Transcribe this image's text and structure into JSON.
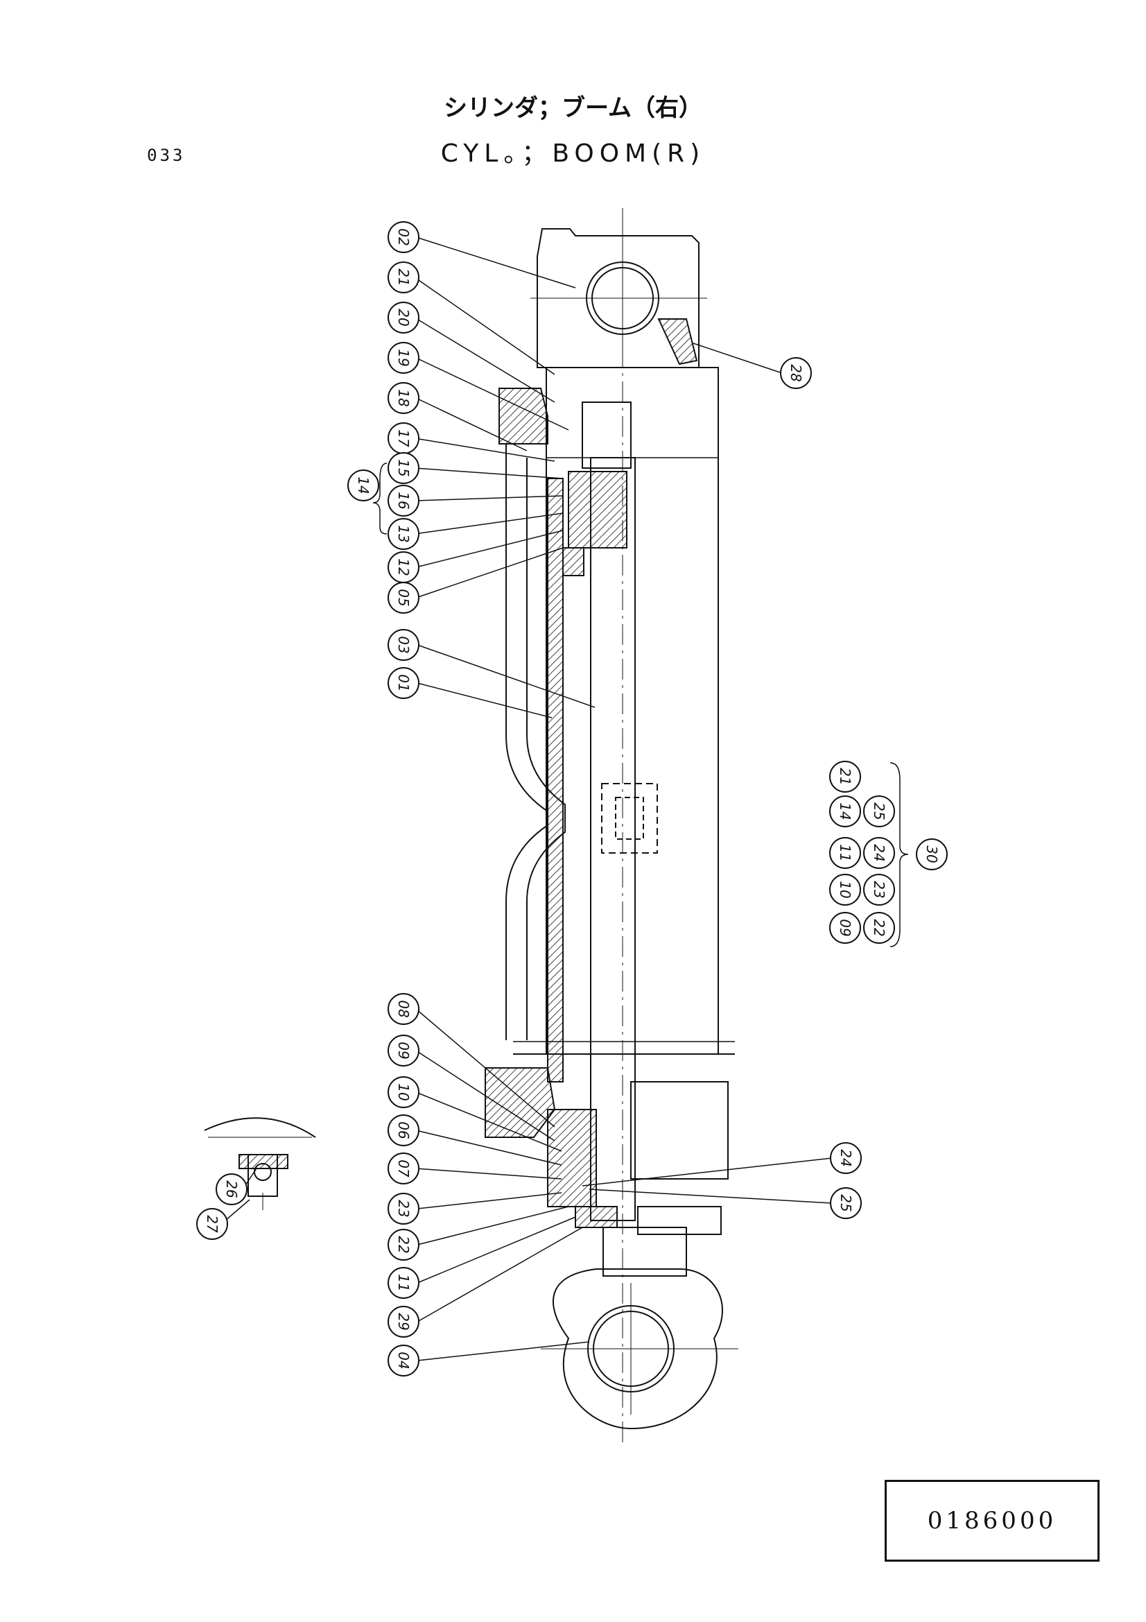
{
  "header": {
    "page_number": "033",
    "title_jp": "シリンダ；ブーム（右）",
    "title_en": "CYL。；BOOM(R)"
  },
  "drawing": {
    "balloons": [
      {
        "id": "b02",
        "label": "02"
      },
      {
        "id": "b21a",
        "label": "21"
      },
      {
        "id": "b20",
        "label": "20"
      },
      {
        "id": "b19",
        "label": "19"
      },
      {
        "id": "b18",
        "label": "18"
      },
      {
        "id": "b17",
        "label": "17"
      },
      {
        "id": "b15",
        "label": "15"
      },
      {
        "id": "b16",
        "label": "16"
      },
      {
        "id": "b13",
        "label": "13"
      },
      {
        "id": "b12",
        "label": "12"
      },
      {
        "id": "b05",
        "label": "05"
      },
      {
        "id": "b03",
        "label": "03"
      },
      {
        "id": "b01",
        "label": "01"
      },
      {
        "id": "b14",
        "label": "14"
      },
      {
        "id": "b28",
        "label": "28"
      },
      {
        "id": "b08",
        "label": "08"
      },
      {
        "id": "b09a",
        "label": "09"
      },
      {
        "id": "b10a",
        "label": "10"
      },
      {
        "id": "b06",
        "label": "06"
      },
      {
        "id": "b07",
        "label": "07"
      },
      {
        "id": "b23a",
        "label": "23"
      },
      {
        "id": "b22a",
        "label": "22"
      },
      {
        "id": "b11a",
        "label": "11"
      },
      {
        "id": "b29",
        "label": "29"
      },
      {
        "id": "b04",
        "label": "04"
      },
      {
        "id": "b24a",
        "label": "24"
      },
      {
        "id": "b25a",
        "label": "25"
      },
      {
        "id": "b26",
        "label": "26"
      },
      {
        "id": "b27",
        "label": "27"
      },
      {
        "id": "k21",
        "label": "21"
      },
      {
        "id": "k25",
        "label": "25"
      },
      {
        "id": "k14",
        "label": "14"
      },
      {
        "id": "k24",
        "label": "24"
      },
      {
        "id": "k11",
        "label": "11"
      },
      {
        "id": "k23",
        "label": "23"
      },
      {
        "id": "k10",
        "label": "10"
      },
      {
        "id": "k22",
        "label": "22"
      },
      {
        "id": "k09",
        "label": "09"
      },
      {
        "id": "k30",
        "label": "30"
      }
    ]
  },
  "footer": {
    "document_number": "0186000"
  }
}
